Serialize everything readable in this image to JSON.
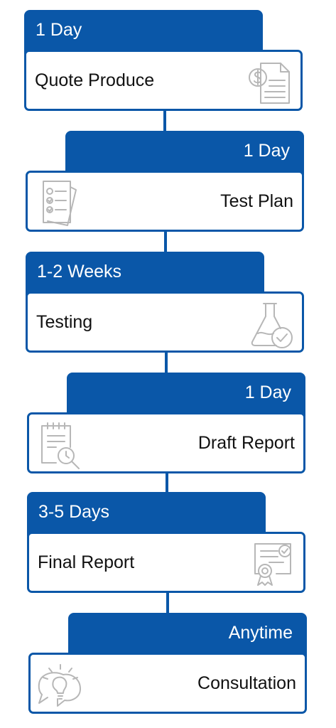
{
  "steps": [
    {
      "duration": "1 Day",
      "label": "Quote Produce",
      "icon": "quote-document-icon"
    },
    {
      "duration": "1 Day",
      "label": "Test Plan",
      "icon": "checklist-icon"
    },
    {
      "duration": "1-2 Weeks",
      "label": "Testing",
      "icon": "flask-check-icon"
    },
    {
      "duration": "1 Day",
      "label": "Draft Report",
      "icon": "report-magnifier-icon"
    },
    {
      "duration": "3-5 Days",
      "label": "Final Report",
      "icon": "certificate-icon"
    },
    {
      "duration": "Anytime",
      "label": "Consultation",
      "icon": "lightbulb-chat-icon"
    }
  ],
  "colors": {
    "accent": "#0a57a8",
    "icon": "#b7b7b7",
    "text": "#111111"
  }
}
